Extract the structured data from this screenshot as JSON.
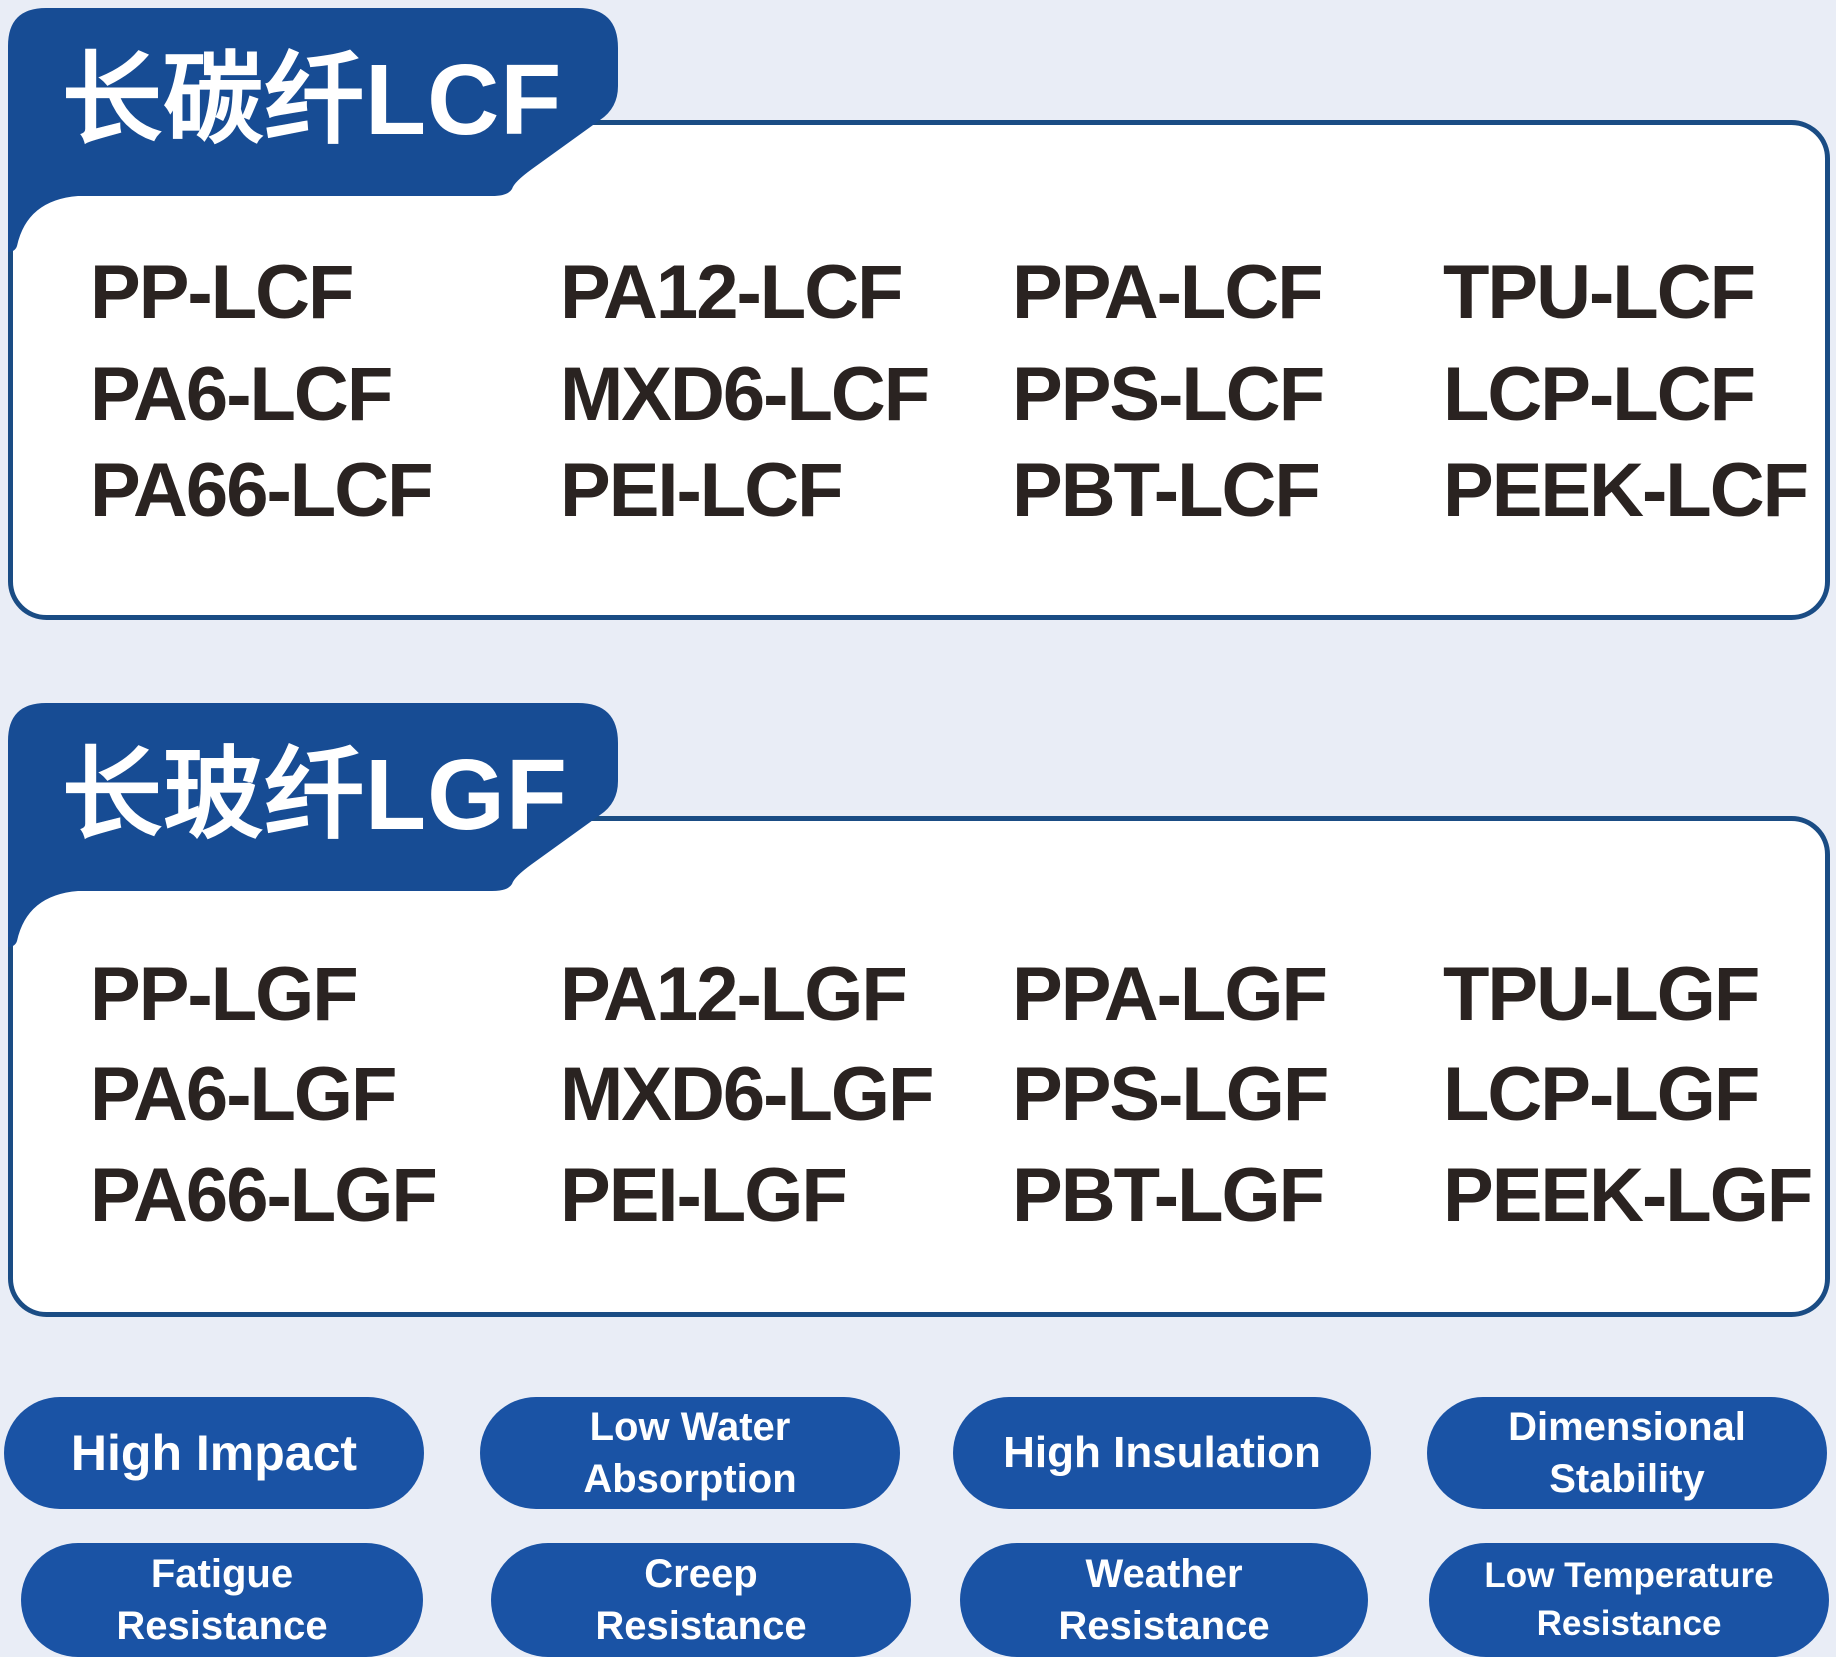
{
  "page": {
    "background_color": "#e9edf6"
  },
  "colors": {
    "tab_blue": "#174c94",
    "card_border_blue": "#1a4c84",
    "card_fill": "#ffffff",
    "pill_blue": "#1a53a5",
    "material_text": "#2a2321",
    "tab_text": "#ffffff",
    "pill_text": "#ffffff"
  },
  "sections": [
    {
      "tab_label": "长碳纤LCF",
      "materials": [
        [
          "PP-LCF",
          "PA12-LCF",
          "PPA-LCF",
          "TPU-LCF"
        ],
        [
          "PA6-LCF",
          "MXD6-LCF",
          "PPS-LCF",
          "LCP-LCF"
        ],
        [
          "PA66-LCF",
          "PEI-LCF",
          "PBT-LCF",
          "PEEK-LCF"
        ]
      ]
    },
    {
      "tab_label": "长玻纤LGF",
      "materials": [
        [
          "PP-LGF",
          "PA12-LGF",
          "PPA-LGF",
          "TPU-LGF"
        ],
        [
          "PA6-LGF",
          "MXD6-LGF",
          "PPS-LGF",
          "LCP-LGF"
        ],
        [
          "PA66-LGF",
          "PEI-LGF",
          "PBT-LGF",
          "PEEK-LGF"
        ]
      ]
    }
  ],
  "badges": [
    {
      "lines": [
        "High Impact"
      ]
    },
    {
      "lines": [
        "Low Water",
        "Absorption"
      ]
    },
    {
      "lines": [
        "High Insulation"
      ]
    },
    {
      "lines": [
        "Dimensional",
        "Stability"
      ]
    },
    {
      "lines": [
        "Fatigue",
        "Resistance"
      ]
    },
    {
      "lines": [
        "Creep",
        "Resistance"
      ]
    },
    {
      "lines": [
        "Weather",
        "Resistance"
      ]
    },
    {
      "lines": [
        "Low Temperature",
        "Resistance"
      ]
    }
  ]
}
